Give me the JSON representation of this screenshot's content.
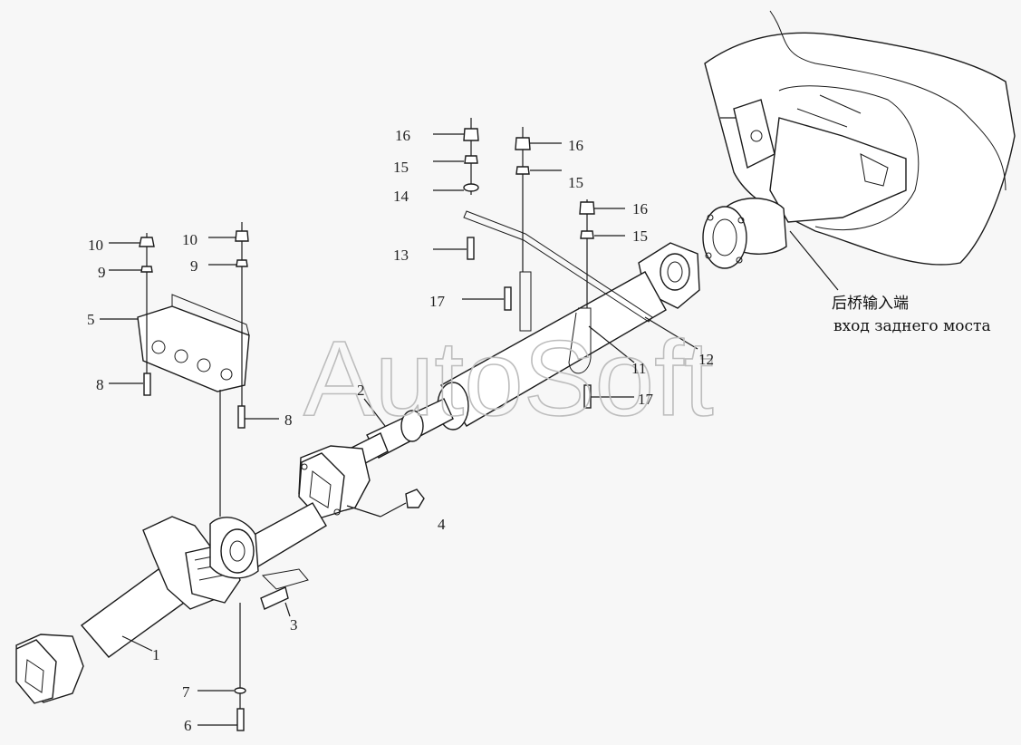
{
  "watermark": "AutoSoft",
  "note_lines": [
    "后桥输入端",
    "вход заднего моста"
  ],
  "callouts": [
    {
      "id": "c1",
      "label": "1"
    },
    {
      "id": "c2",
      "label": "2"
    },
    {
      "id": "c3",
      "label": "3"
    },
    {
      "id": "c4",
      "label": "4"
    },
    {
      "id": "c5",
      "label": "5"
    },
    {
      "id": "c6",
      "label": "6"
    },
    {
      "id": "c7",
      "label": "7"
    },
    {
      "id": "c8a",
      "label": "8"
    },
    {
      "id": "c8b",
      "label": "8"
    },
    {
      "id": "c9a",
      "label": "9"
    },
    {
      "id": "c9b",
      "label": "9"
    },
    {
      "id": "c10a",
      "label": "10"
    },
    {
      "id": "c10b",
      "label": "10"
    },
    {
      "id": "c11",
      "label": "11"
    },
    {
      "id": "c12",
      "label": "12"
    },
    {
      "id": "c13",
      "label": "13"
    },
    {
      "id": "c14",
      "label": "14"
    },
    {
      "id": "c15a",
      "label": "15"
    },
    {
      "id": "c15b",
      "label": "15"
    },
    {
      "id": "c15c",
      "label": "15"
    },
    {
      "id": "c16a",
      "label": "16"
    },
    {
      "id": "c16b",
      "label": "16"
    },
    {
      "id": "c16c",
      "label": "16"
    },
    {
      "id": "c17a",
      "label": "17"
    },
    {
      "id": "c17b",
      "label": "17"
    }
  ]
}
